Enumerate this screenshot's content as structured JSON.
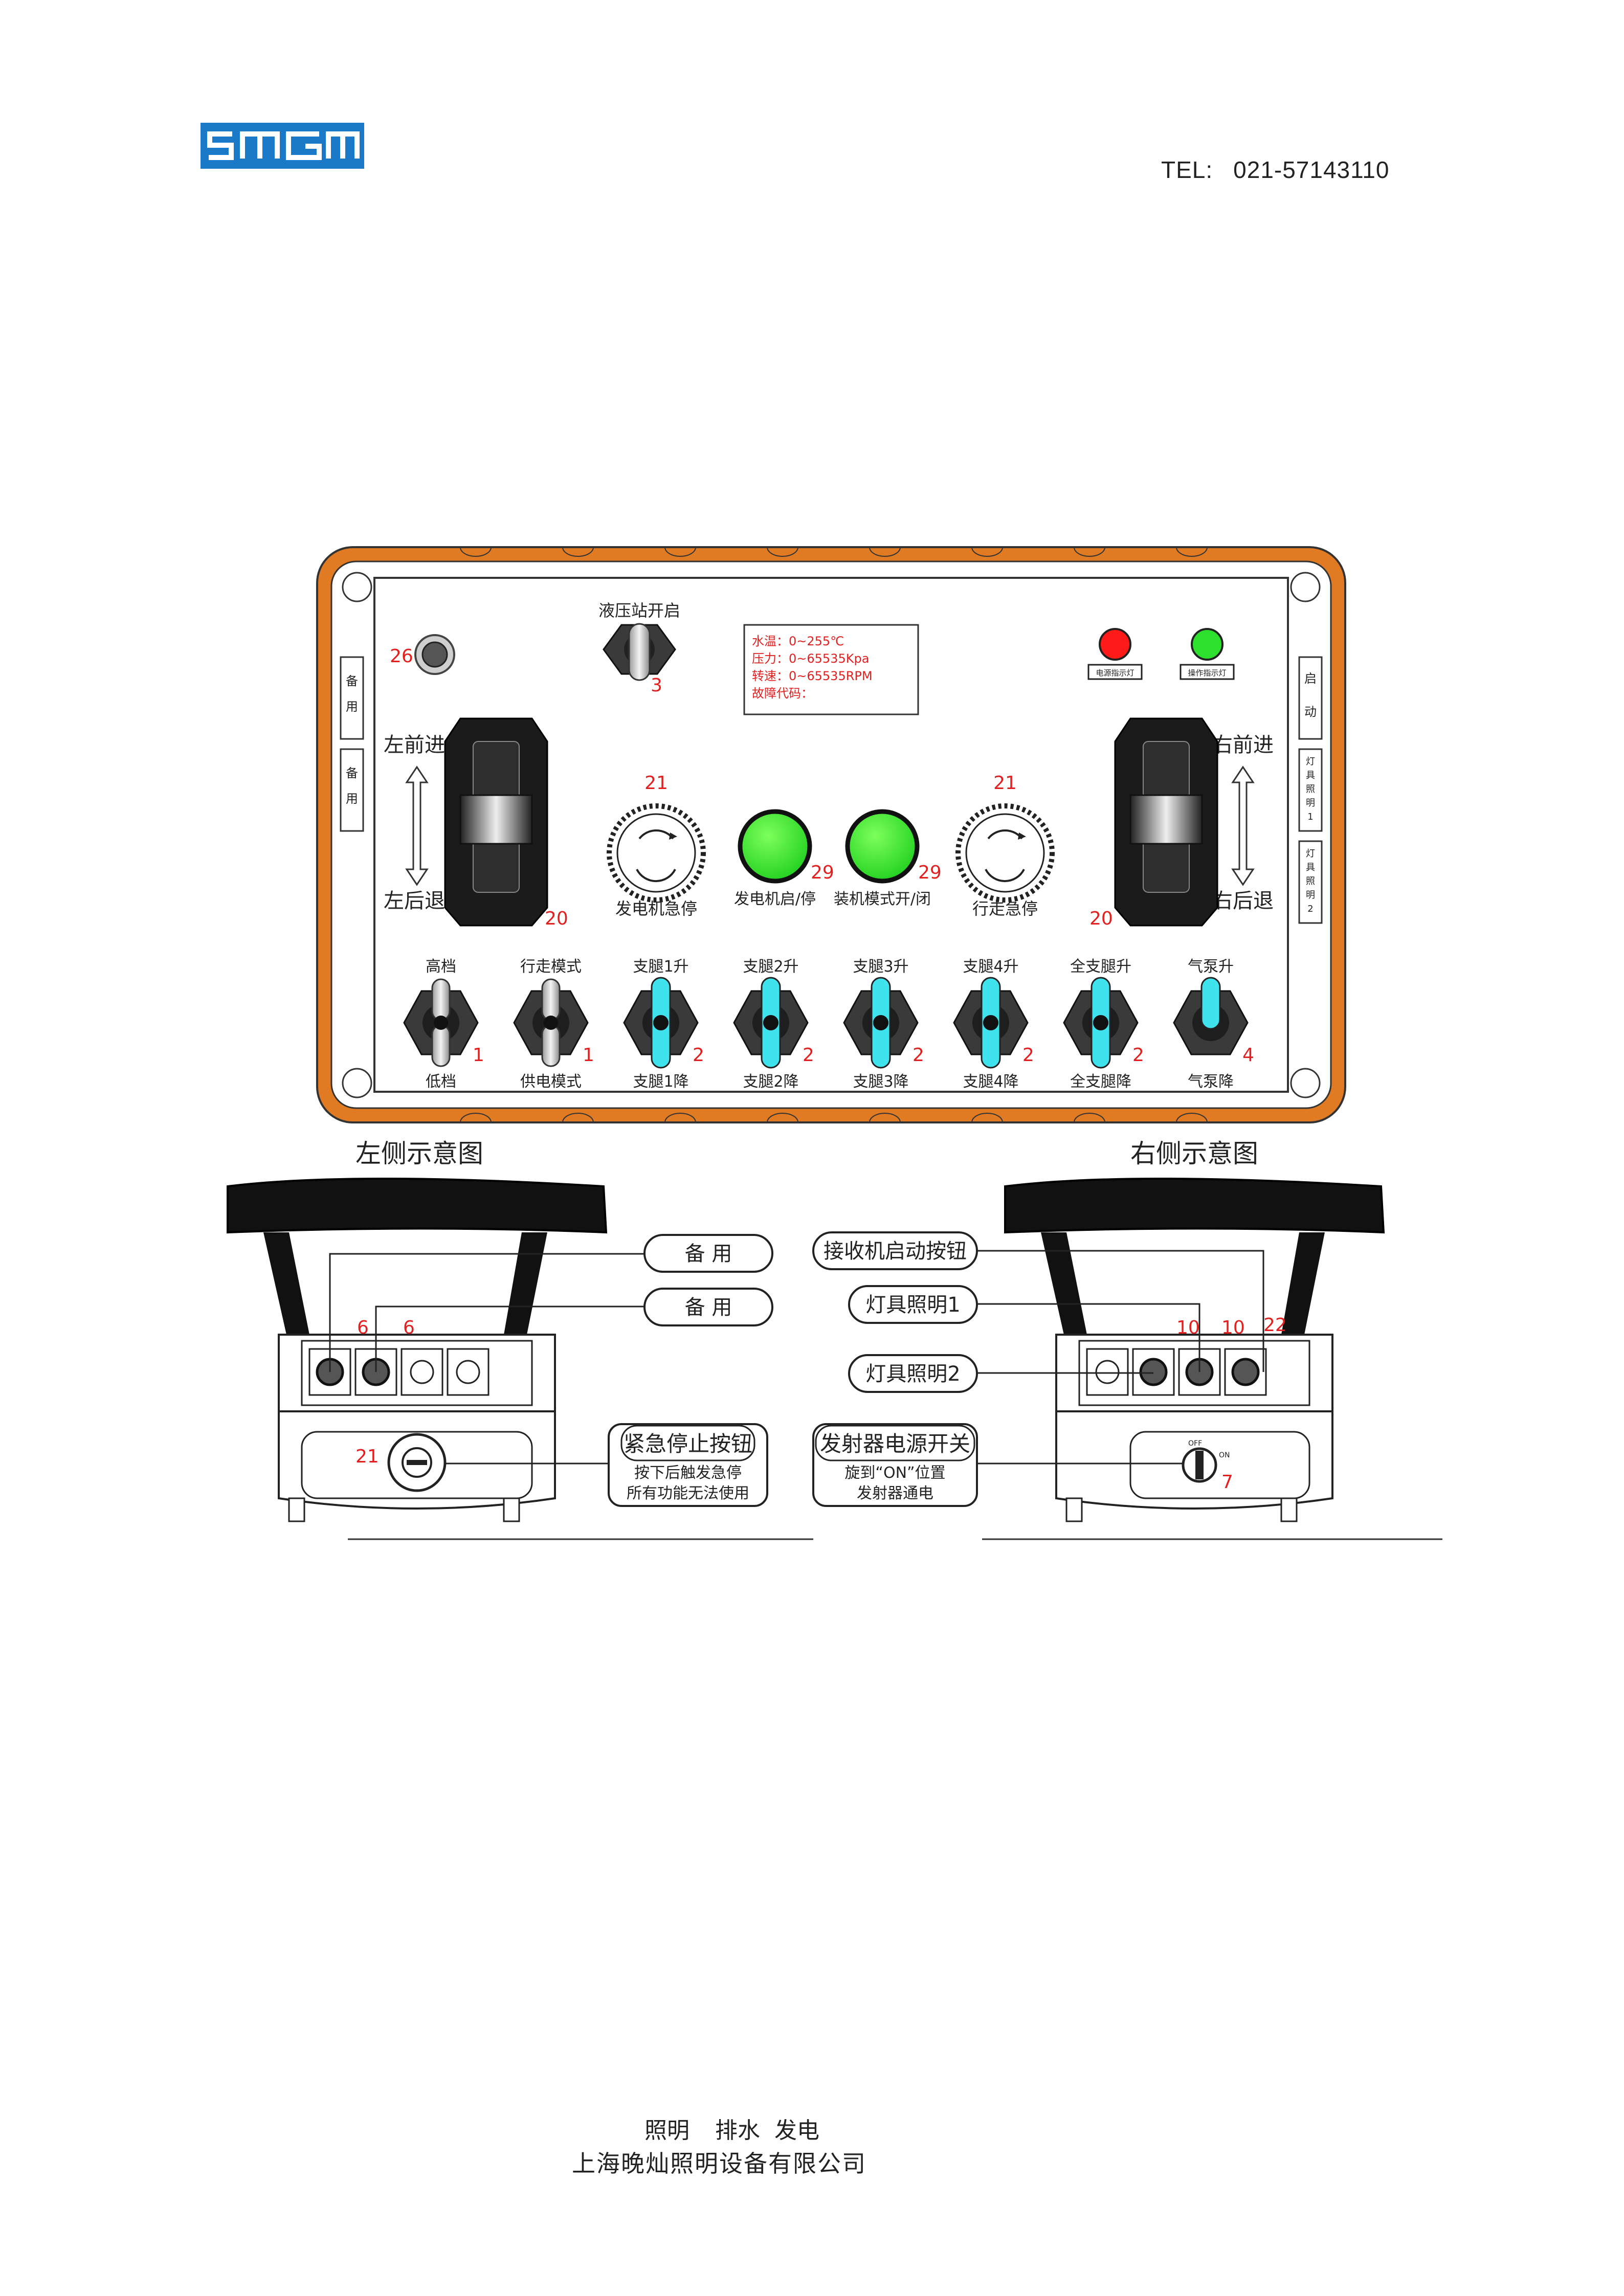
{
  "header": {
    "logo_text": "SMGM",
    "brand_color": "#1a7ac8",
    "tel_label": "TEL:",
    "tel_number": "021-57143110"
  },
  "panel": {
    "frame_color": "#e07b24",
    "hydraulic_label": "液压站开启",
    "hydraulic_num": "3",
    "knob_num": "26",
    "left_side_labels": [
      "备",
      "用",
      "备",
      "用"
    ],
    "right_side_labels": {
      "start": [
        "启",
        "动"
      ],
      "lamp1": [
        "灯",
        "具",
        "照",
        "明",
        "1"
      ],
      "lamp2": [
        "灯",
        "具",
        "照",
        "明",
        "2"
      ]
    },
    "display_lines": [
      "水温：0~255℃",
      "压力：0~65535Kpa",
      "转速：0~65535RPM",
      "故障代码："
    ],
    "indicator_power_label": "电源指示灯",
    "indicator_op_label": "操作指示灯",
    "joystick_left": {
      "top": "左前进",
      "bottom": "左后退",
      "num": "20"
    },
    "joystick_right": {
      "top": "右前进",
      "bottom": "右后退",
      "num": "20"
    },
    "estop_left": {
      "num": "21",
      "label": "发电机急停"
    },
    "estop_right": {
      "num": "21",
      "label": "行走急停"
    },
    "button_gen": {
      "num": "29",
      "label": "发电机启/停"
    },
    "button_mode": {
      "num": "29",
      "label": "装机模式开/闭"
    },
    "toggles": [
      {
        "top": "高档",
        "bottom": "低档",
        "num": "1",
        "type": "grey"
      },
      {
        "top": "行走模式",
        "bottom": "供电模式",
        "num": "1",
        "type": "grey"
      },
      {
        "top": "支腿1升",
        "bottom": "支腿1降",
        "num": "2",
        "type": "cyan3"
      },
      {
        "top": "支腿2升",
        "bottom": "支腿2降",
        "num": "2",
        "type": "cyan3"
      },
      {
        "top": "支腿3升",
        "bottom": "支腿3降",
        "num": "2",
        "type": "cyan3"
      },
      {
        "top": "支腿4升",
        "bottom": "支腿4降",
        "num": "2",
        "type": "cyan3"
      },
      {
        "top": "全支腿升",
        "bottom": "全支腿降",
        "num": "2",
        "type": "cyan3"
      },
      {
        "top": "气泵升",
        "bottom": "气泵降",
        "num": "4",
        "type": "cyan2"
      }
    ]
  },
  "left_view": {
    "title": "左侧示意图",
    "callout_spare1": "备  用",
    "callout_spare2": "备  用",
    "num_a": "6",
    "num_b": "6",
    "estop_num": "21",
    "estop_title": "紧急停止按钮",
    "estop_desc1": "按下后触发急停",
    "estop_desc2": "所有功能无法使用"
  },
  "right_view": {
    "title": "右侧示意图",
    "callout_receiver": "接收机启动按钮",
    "callout_lamp1": "灯具照明1",
    "callout_lamp2": "灯具照明2",
    "num_a": "10",
    "num_b": "10",
    "num_c": "22",
    "power_title": "发射器电源开关",
    "power_desc1": "旋到“ON”位置",
    "power_desc2": "发射器通电",
    "switch_off": "OFF",
    "switch_on": "ON",
    "switch_num": "7"
  },
  "footer": {
    "line1_a": "照明",
    "line1_b": "排水",
    "line1_c": "发电",
    "company": "上海晚灿照明设备有限公司"
  }
}
